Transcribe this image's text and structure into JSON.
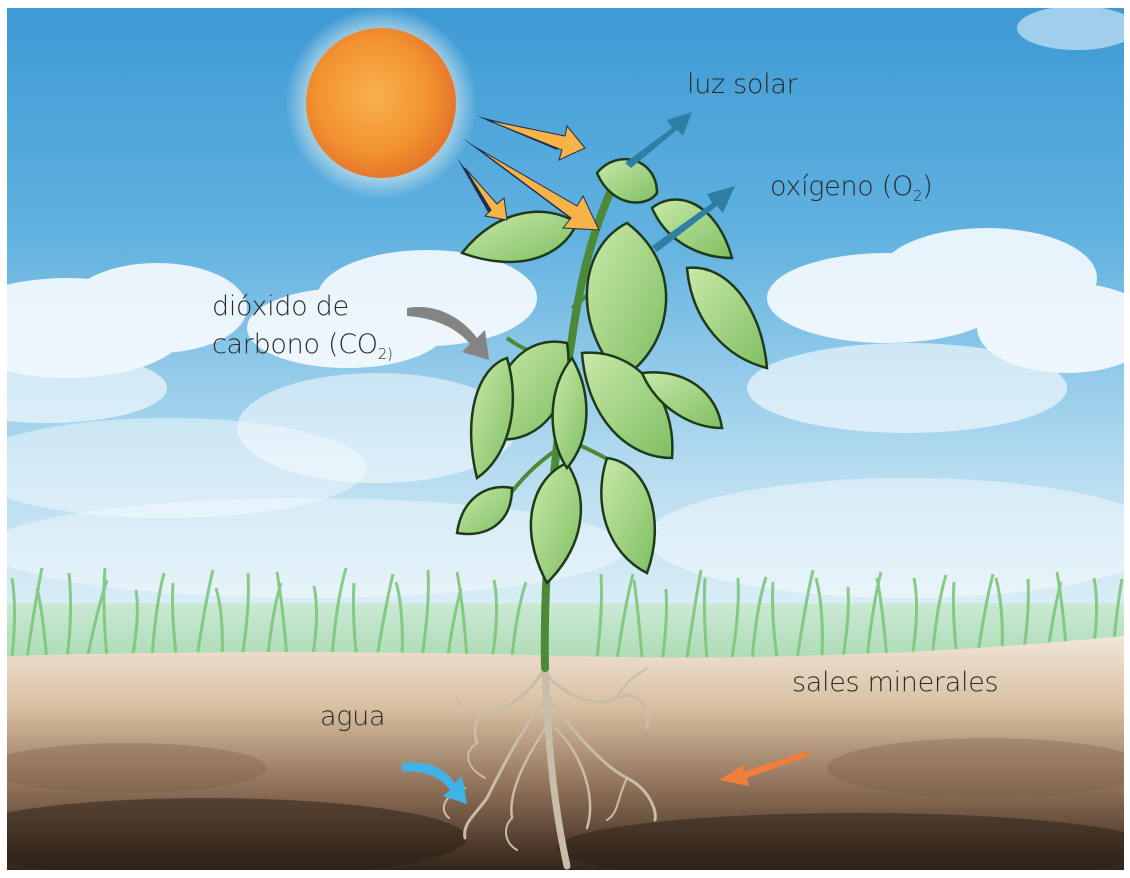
{
  "labels": {
    "sunlight": "luz solar",
    "oxygen_word": "oxígeno (O",
    "oxygen_sub": "2",
    "oxygen_close": ")",
    "co2_line1": "dióxido de",
    "co2_line2": "carbono (CO",
    "co2_sub": "2)",
    "water": "agua",
    "minerals": "sales minerales"
  },
  "arrow_colors": {
    "sunlight": "#f7b347",
    "oxygen": "#2f7fa5",
    "carbon_dioxide": "#848484",
    "water": "#3fb3e8",
    "minerals": "#f07e3c"
  },
  "icons": [
    "sun",
    "plant",
    "roots",
    "grass",
    "soil",
    "clouds"
  ]
}
